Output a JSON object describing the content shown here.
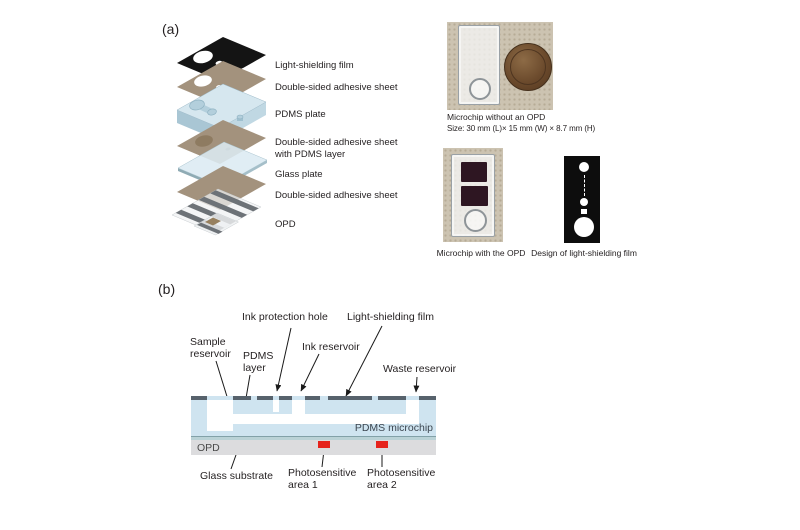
{
  "panel_a": {
    "label": "(a)",
    "layers": [
      {
        "name": "Light-shielding film"
      },
      {
        "name": "Double-sided adhesive sheet"
      },
      {
        "name": "PDMS plate"
      },
      {
        "name": "Double-sided adhesive sheet",
        "name2": "with PDMS layer"
      },
      {
        "name": "Glass plate"
      },
      {
        "name": "Double-sided adhesive sheet"
      },
      {
        "name": "OPD"
      }
    ],
    "photo_no_opd": {
      "caption": "Microchip without an OPD",
      "size": "Size: 30 mm (L)× 15 mm (W) × 8.7 mm (H)"
    },
    "photo_with_opd": {
      "caption": "Microchip with the OPD"
    },
    "film_design": {
      "caption": "Design of light-shielding film"
    }
  },
  "panel_b": {
    "label": "(b)",
    "labels": {
      "sample_reservoir_1": "Sample",
      "sample_reservoir_2": "reservoir",
      "pdms_layer_1": "PDMS",
      "pdms_layer_2": "layer",
      "ink_protection_hole": "Ink protection hole",
      "ink_reservoir": "Ink reservoir",
      "light_shielding_film": "Light-shielding film",
      "waste_reservoir": "Waste reservoir",
      "pdms_microchip": "PDMS microchip",
      "opd": "OPD",
      "glass_substrate": "Glass substrate",
      "photosensitive_1a": "Photosensitive",
      "photosensitive_1b": "area 1",
      "photosensitive_2a": "Photosensitive",
      "photosensitive_2b": "area 2"
    }
  },
  "colors": {
    "pdms_blue": "#cfe4f0",
    "film_gray": "#57626c",
    "glass_teal": "#bad2d6",
    "opd_gray": "#dcdcde",
    "photosensitive_red": "#e6231c",
    "adhesive_tan": "#a3927d",
    "light_shield_black": "#141414",
    "coin_brown": "#6b4a2c",
    "photo_background": "#ccc3b1",
    "text": "#231f20"
  }
}
